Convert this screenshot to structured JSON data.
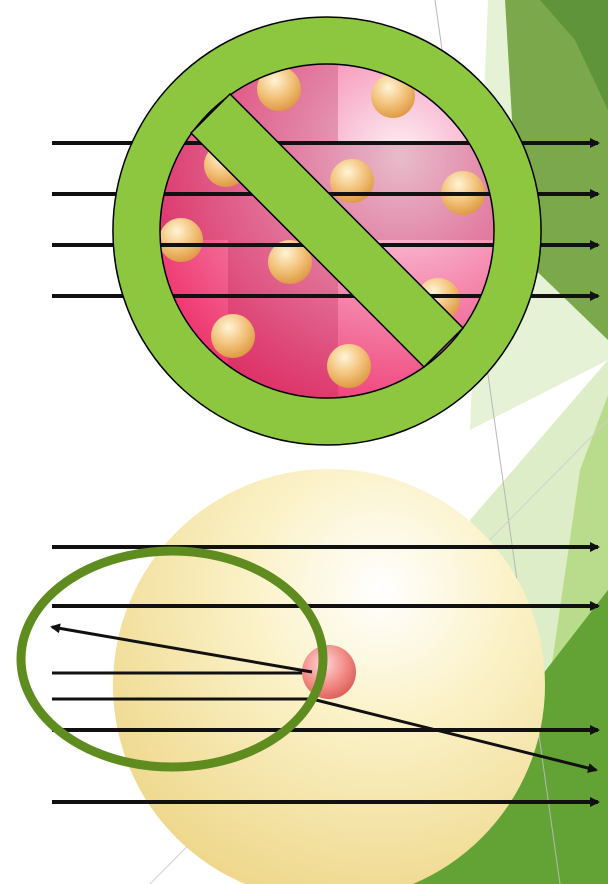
{
  "panels": [
    {
      "id": "plum-pudding-model",
      "status": "rejected",
      "overlay": "prohibition-sign",
      "colors": {
        "sphere": "#ee2f6a",
        "electron": "#f0b86a",
        "prohibition": "#8dc63f"
      },
      "beam_count": 4
    },
    {
      "id": "nuclear-model",
      "colors": {
        "atom": "#f7e8a3",
        "nucleus": "#f07a7a",
        "highlight": "#5e8c1f"
      },
      "beam_count": 6,
      "deflected_beam_count": 2
    }
  ],
  "decoration": {
    "accent_colors": [
      "#d9ecc0",
      "#b9dc8c",
      "#8cc152",
      "#6aa033",
      "#4f8a2a"
    ]
  }
}
